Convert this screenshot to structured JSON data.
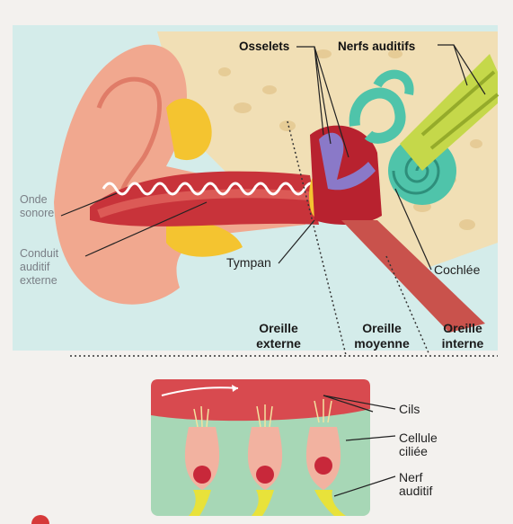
{
  "labels": {
    "osselets": "Osselets",
    "nerfs_auditifs": "Nerfs auditifs",
    "onde_sonore_1": "Onde",
    "onde_sonore_2": "sonore",
    "conduit_1": "Conduit",
    "conduit_2": "auditif",
    "conduit_3": "externe",
    "tympan": "Tympan",
    "cochlee": "Cochlée",
    "cils": "Cils",
    "cellule_1": "Cellule",
    "cellule_2": "ciliée",
    "nerf_1": "Nerf",
    "nerf_2": "auditif"
  },
  "regions": {
    "externe_1": "Oreille",
    "externe_2": "externe",
    "moyenne_1": "Oreille",
    "moyenne_2": "moyenne",
    "interne_1": "Oreille",
    "interne_2": "interne"
  },
  "colors": {
    "background": "#f3f1ee",
    "panel": "#cfe8e6",
    "skin": "#f1a88f",
    "canal": "#c8333a",
    "fat": "#f4c430",
    "bone": "#f1dfb5",
    "inner_ear": "#4fc4aa",
    "nerve": "#c5d84a",
    "ossicles": "#8a79c8",
    "hair_cell": "#f2b2a0",
    "nucleus": "#c8283a"
  }
}
